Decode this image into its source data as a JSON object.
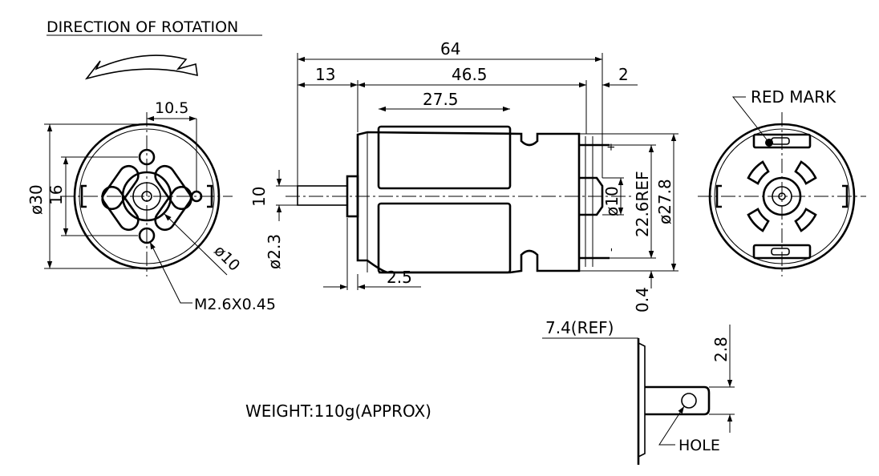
{
  "labels": {
    "direction": "DIRECTION OF ROTATION",
    "weight": "WEIGHT:110g(APPROX)",
    "red_mark": "RED MARK",
    "hole": "HOLE",
    "screw": "M2.6X0.45"
  },
  "dimensions": {
    "overall_length": "64",
    "shaft_length": "13",
    "body_length": "46.5",
    "terminal_length": "2",
    "magnet_length": "27.5",
    "hole_spacing_h": "10.5",
    "body_dia": "ø30",
    "hole_spacing_v": "16",
    "boss_dia_front": "ø10",
    "shaft_size": "10",
    "shaft_dia": "ø2.3",
    "boss_height": "2.5",
    "boss_dia_rear": "ø10",
    "terminal_ref": "22.6REF",
    "endcap_dia": "ø27.8",
    "terminal_offset": "0.4",
    "terminal_ref_len": "7.4(REF)",
    "terminal_tab": "2.8"
  },
  "terminals": {
    "plus": "+",
    "minus": "-"
  }
}
